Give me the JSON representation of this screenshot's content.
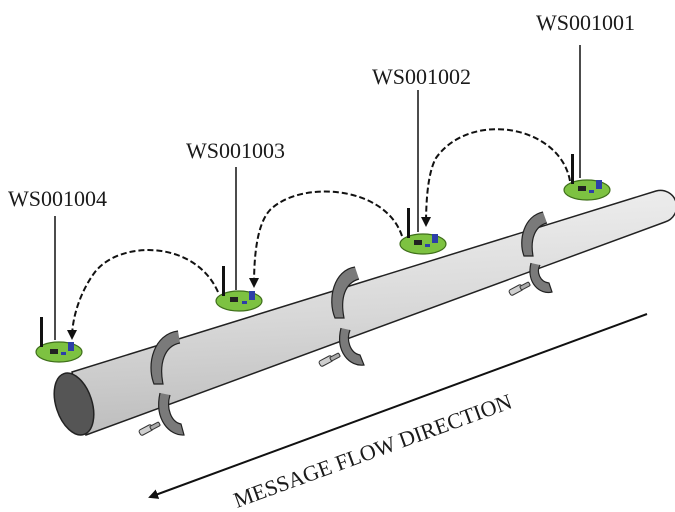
{
  "sensors": [
    {
      "id": "WS001001"
    },
    {
      "id": "WS001002"
    },
    {
      "id": "WS001003"
    },
    {
      "id": "WS001004"
    }
  ],
  "flow_label": "MESSAGE FLOW DIRECTION",
  "colors": {
    "pipe_fill": "#dcdcdc",
    "pipe_end": "#555555",
    "board": "#7dc241",
    "board_edge": "#3f6f1b",
    "chip": "#2d3fa8",
    "clamp": "#7a7a7a",
    "ink": "#111111"
  },
  "icons": [
    "wireless-sensor-board-icon",
    "pipe-clamp-icon",
    "arrow-icon"
  ]
}
